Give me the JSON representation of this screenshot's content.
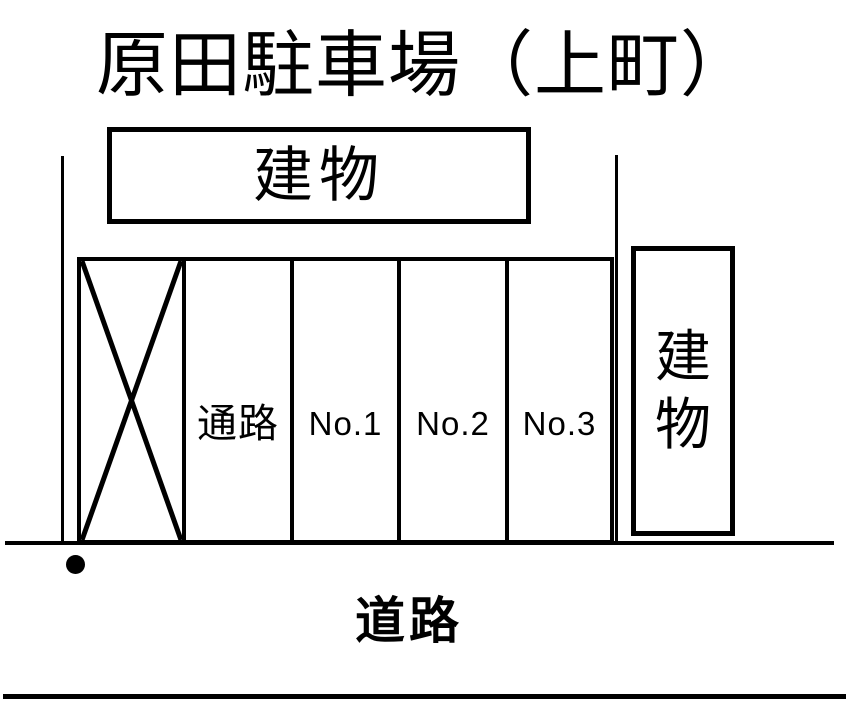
{
  "title": "原田駐車場（上町）",
  "top_building": {
    "label": "建物"
  },
  "side_building": {
    "label": "建物",
    "label_chars": {
      "first": "建",
      "second": "物"
    }
  },
  "parking_row": {
    "blocked_section": {
      "marker": "X"
    },
    "sections": [
      {
        "label": "通路"
      },
      {
        "label": "No.1"
      },
      {
        "label": "No.2"
      },
      {
        "label": "No.3"
      }
    ]
  },
  "road": {
    "label": "道路"
  },
  "colors": {
    "line": "#000000",
    "background": "#ffffff"
  }
}
